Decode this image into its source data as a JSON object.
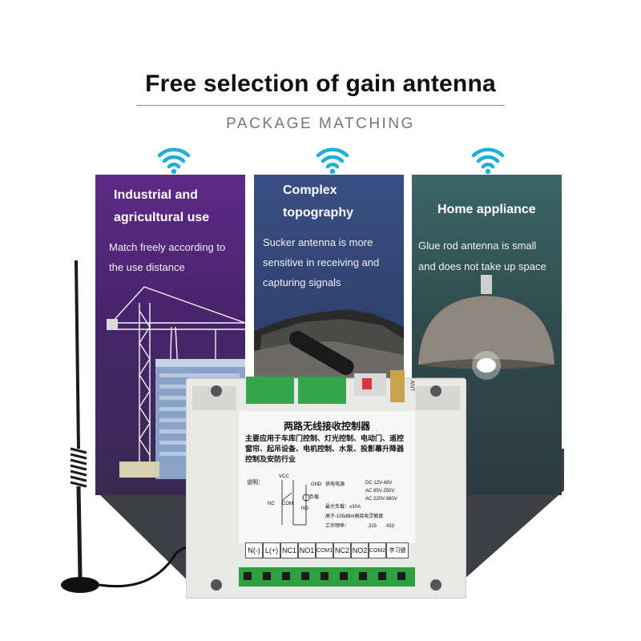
{
  "header": {
    "title": "Free selection of gain antenna",
    "subtitle": "PACKAGE MATCHING"
  },
  "panels": [
    {
      "icon": "wifi-icon",
      "title_lines": [
        "Industrial and",
        "agricultural use"
      ],
      "desc_lines": [
        "Match freely according to",
        "the use distance"
      ],
      "image": "tower-crane-building-illustration"
    },
    {
      "icon": "wifi-icon",
      "title_lines": [
        "Complex",
        "topography"
      ],
      "desc_lines": [
        "Sucker antenna is more",
        "sensitive in receiving and",
        "capturing signals"
      ],
      "image": "rocky-terrain-sucker-antenna-illustration"
    },
    {
      "icon": "wifi-icon",
      "title_lines": [
        "Home appliance"
      ],
      "desc_lines": [
        "Glue rod antenna is small",
        "and does not take up space"
      ],
      "image": "pendant-lamp-illustration"
    }
  ],
  "device": {
    "label_title": "两路无线接收控制器",
    "label_desc": "主要应用于车库门控制、灯光控制、电动门、遥控窗帘、起吊设备、电机控制、水泵、投影幕升降器控制及安防行业",
    "explain_label": "说明：",
    "wiring": {
      "vcc": "VCC",
      "gnd": "GND",
      "nc": "NC",
      "com": "COM",
      "no": "NO",
      "load": "负载"
    },
    "specs": [
      {
        "label": "供电电源",
        "options": [
          "DC 12V-48V",
          "AC 85V-250V",
          "AC 220V-380V"
        ]
      },
      {
        "label": "最大负载：≤30A"
      },
      {
        "label": "高于-105dBm高接收灵敏度"
      },
      {
        "label": "工作频率：",
        "options": [
          "315",
          "433"
        ]
      }
    ],
    "terminals": [
      "N(-)",
      "L(+)",
      "NC1",
      "NO1",
      "COM1",
      "NC2",
      "NO2",
      "COM2",
      "学习键"
    ],
    "side_label": "ANT"
  },
  "colors": {
    "panel1": "#5e2a86",
    "panel2": "#3a4f84",
    "panel3": "#3c6666",
    "wifi": "#1bb0d8",
    "terminal_green": "#2ea042",
    "housing": "#e8e8e6"
  }
}
